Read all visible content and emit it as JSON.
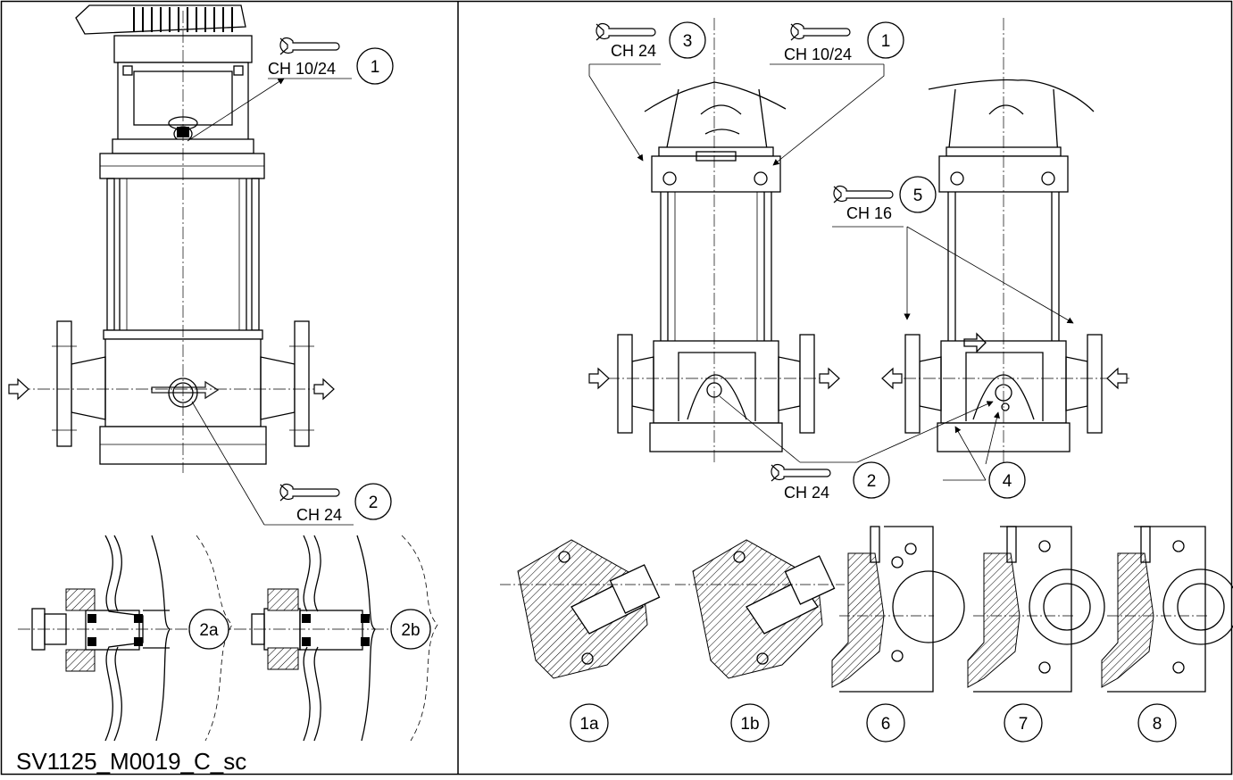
{
  "drawing_code": "SV1125_M0019_C_sc",
  "wrench_sizes": {
    "left_top": "CH 10/24",
    "left_bottom": "CH 24",
    "right_top_left": "CH 24",
    "right_top_right": "CH 10/24",
    "right_mid": "CH 16",
    "right_bottom": "CH 24"
  },
  "callouts": {
    "l1": "1",
    "l2": "2",
    "l2a": "2a",
    "l2b": "2b",
    "r3": "3",
    "r1": "1",
    "r5": "5",
    "r2": "2",
    "r4": "4",
    "d1a": "1a",
    "d1b": "1b",
    "d6": "6",
    "d7": "7",
    "d8": "8"
  },
  "icons": [
    "wrench-icon",
    "flow-arrow-icon"
  ]
}
